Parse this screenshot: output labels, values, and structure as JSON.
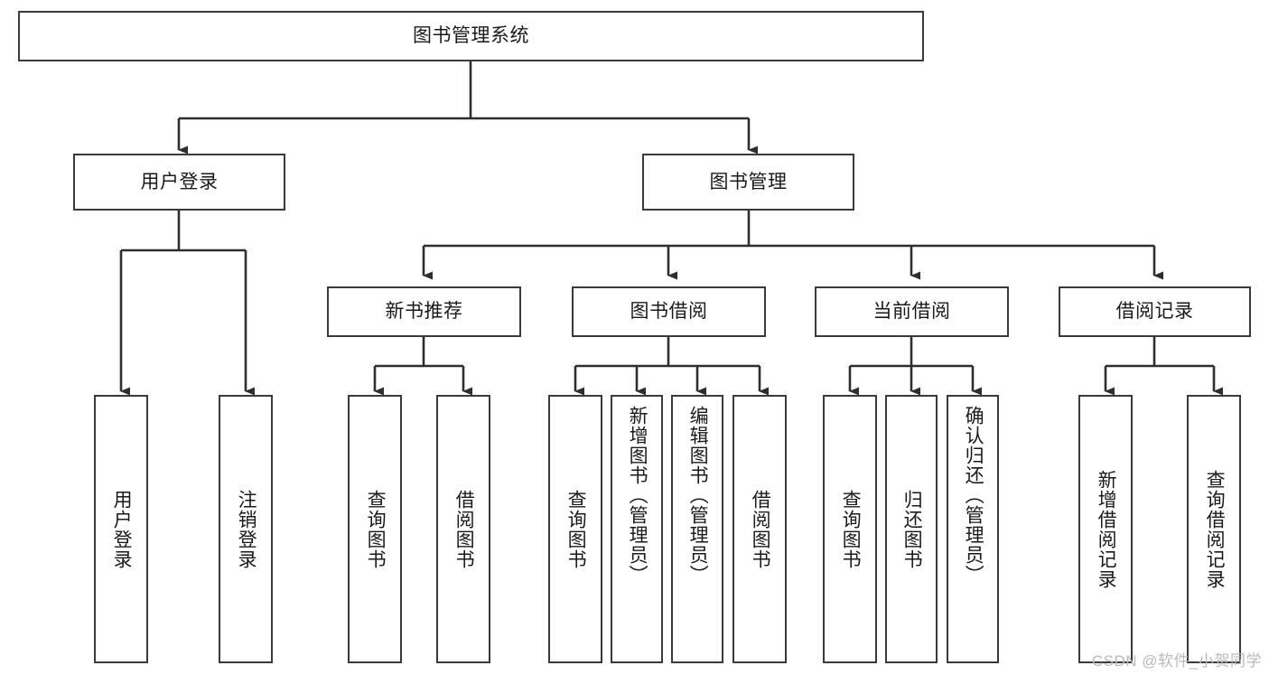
{
  "diagram": {
    "type": "tree-hierarchy",
    "title": "图书管理系统",
    "levels": 4,
    "orientation": "top-down",
    "colors": {
      "box_border": "#3a3a3a",
      "box_fill": "#ffffff",
      "edge": "#2e2e2e",
      "text": "#1a1a1a",
      "watermark": "#b9b9b9",
      "background": "#ffffff"
    },
    "root": {
      "id": "root",
      "label": "图书管理系统",
      "orientation": "horizontal"
    },
    "level2": [
      {
        "id": "user-login",
        "label": "用户登录",
        "orientation": "horizontal"
      },
      {
        "id": "book-management",
        "label": "图书管理",
        "orientation": "horizontal"
      }
    ],
    "level3": [
      {
        "id": "new-book-recommend",
        "label": "新书推荐",
        "orientation": "horizontal",
        "parent": "book-management"
      },
      {
        "id": "book-borrow",
        "label": "图书借阅",
        "orientation": "horizontal",
        "parent": "book-management"
      },
      {
        "id": "current-borrow",
        "label": "当前借阅",
        "orientation": "horizontal",
        "parent": "book-management"
      },
      {
        "id": "borrow-record",
        "label": "借阅记录",
        "orientation": "horizontal",
        "parent": "book-management"
      }
    ],
    "leaves": [
      {
        "id": "leaf-user-login",
        "label": "用户登录",
        "orientation": "vertical",
        "parent": "user-login"
      },
      {
        "id": "leaf-logout",
        "label": "注销登录",
        "orientation": "vertical",
        "parent": "user-login"
      },
      {
        "id": "leaf-query-book-1",
        "label": "查询图书",
        "orientation": "vertical",
        "parent": "new-book-recommend"
      },
      {
        "id": "leaf-borrow-book-1",
        "label": "借阅图书",
        "orientation": "vertical",
        "parent": "new-book-recommend"
      },
      {
        "id": "leaf-query-book-2",
        "label": "查询图书",
        "orientation": "vertical",
        "parent": "book-borrow"
      },
      {
        "id": "leaf-add-book",
        "label": "新增图书（管理员）",
        "orientation": "vertical",
        "parent": "book-borrow"
      },
      {
        "id": "leaf-edit-book",
        "label": "编辑图书（管理员）",
        "orientation": "vertical",
        "parent": "book-borrow"
      },
      {
        "id": "leaf-borrow-book-2",
        "label": "借阅图书",
        "orientation": "vertical",
        "parent": "book-borrow"
      },
      {
        "id": "leaf-query-book-3",
        "label": "查询图书",
        "orientation": "vertical",
        "parent": "current-borrow"
      },
      {
        "id": "leaf-return-book",
        "label": "归还图书",
        "orientation": "vertical",
        "parent": "current-borrow"
      },
      {
        "id": "leaf-confirm-return",
        "label": "确认归还（管理员）",
        "orientation": "vertical",
        "parent": "current-borrow"
      },
      {
        "id": "leaf-add-record",
        "label": "新增借阅记录",
        "orientation": "vertical",
        "parent": "borrow-record"
      },
      {
        "id": "leaf-query-record",
        "label": "查询借阅记录",
        "orientation": "vertical",
        "parent": "borrow-record"
      }
    ]
  },
  "watermark": {
    "text": "CSDN @软件_小贺同学"
  }
}
